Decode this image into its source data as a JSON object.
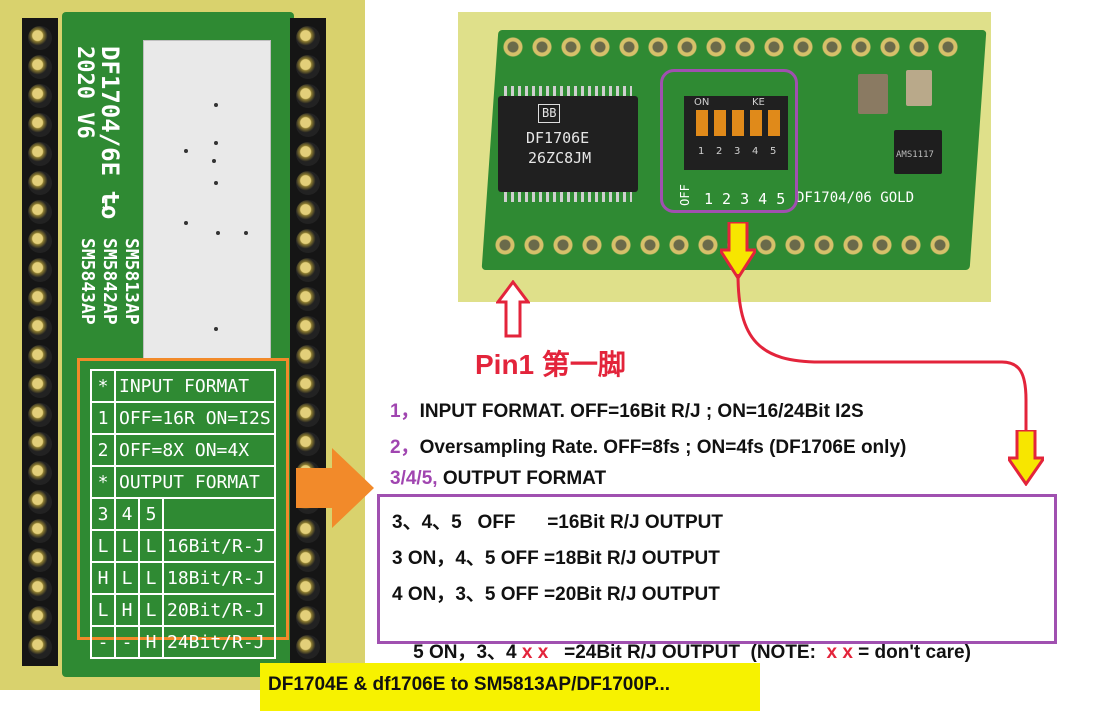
{
  "board_left": {
    "model_text": "DF1704/6E to",
    "version_text": "2020 V6",
    "target_text": "SM5813AP\nSM5842AP\nSM5843AP"
  },
  "silk_table": {
    "rows": [
      [
        "*",
        "INPUT FORMAT"
      ],
      [
        "1",
        "OFF=16R ON=I2S"
      ],
      [
        "2",
        "OFF=8X ON=4X"
      ],
      [
        "*",
        "OUTPUT FORMAT"
      ],
      [
        "3",
        "4",
        "5",
        ""
      ],
      [
        "L",
        "L",
        "L",
        "16Bit/R-J"
      ],
      [
        "H",
        "L",
        "L",
        "18Bit/R-J"
      ],
      [
        "L",
        "H",
        "L",
        "20Bit/R-J"
      ],
      [
        "-",
        "-",
        "H",
        "24Bit/R-J"
      ]
    ]
  },
  "board_right": {
    "chip_logo": "BB",
    "chip_part": "DF1706E",
    "chip_code": "26ZC8JM",
    "dip_on_label": "ON",
    "dip_ke_label": "KE",
    "dip_numbers": [
      "1",
      "2",
      "3",
      "4",
      "5"
    ],
    "off_label": "OFF",
    "pin_numbers": "1 2 3 4 5",
    "board_name": "DF1704/06 GOLD",
    "regulator_text": "AMS1117"
  },
  "pin1_label": "Pin1 第一脚",
  "descriptions": [
    {
      "num": "1，",
      "text": "INPUT FORMAT. OFF=16Bit R/J ; ON=16/24Bit I2S"
    },
    {
      "num": "2，",
      "text": "Oversampling Rate. OFF=8fs ; ON=4fs (DF1706E only)"
    },
    {
      "num": "3/4/5,",
      "text": " OUTPUT FORMAT"
    }
  ],
  "output_rows": [
    {
      "pre": "3、4、5   OFF      =16Bit R/J OUTPUT"
    },
    {
      "pre": "3 ON，4、5 OFF =18Bit R/J OUTPUT"
    },
    {
      "pre": "4 ON，3、5 OFF =20Bit R/J OUTPUT"
    },
    {
      "pre": "5 ON，3、4 ",
      "red1": "x x",
      "mid": "   =24Bit R/J OUTPUT  (NOTE:  ",
      "red2": "x x",
      "post": " = don't care)"
    }
  ],
  "banner": "DF1704E & df1706E to SM5813AP/DF1700P...",
  "colors": {
    "accent_purple": "#a050b0",
    "arrow_red": "#e3243b",
    "arrow_yellow": "#f7e600",
    "orange": "#f28a2a",
    "pcb_green": "#2f8a33",
    "banner_yellow": "#f7f200"
  }
}
